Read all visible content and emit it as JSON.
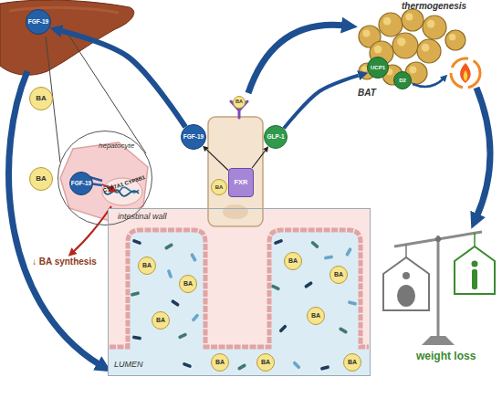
{
  "diagram": {
    "nodes": [
      {
        "text": [
          "FGF-19"
        ]
      },
      {
        "text": [
          "BA"
        ]
      },
      {
        "text": [
          "hepatocyte"
        ]
      },
      {
        "text": [
          "FGF-19"
        ],
        "in": 2
      },
      {
        "text": [
          "BA"
        ]
      },
      {
        "text": [
          "FGF-19"
        ]
      },
      {
        "text": [
          "BA"
        ]
      },
      {
        "text": [
          "GLP-1"
        ]
      },
      {
        "text": [
          "BA"
        ]
      },
      {
        "text": [
          "FXR"
        ]
      },
      {
        "text": [
          "UCP1"
        ]
      },
      {
        "text": [
          "D2"
        ]
      },
      {
        "text": [
          "intestinal wall",
          "LUMEN"
        ]
      },
      {
        "text": [
          "BA"
        ],
        "in": 12
      },
      {
        "text": [
          "BA"
        ],
        "in": 12
      },
      {
        "text": [
          "BA"
        ],
        "in": 12
      },
      {
        "text": [
          "BA"
        ],
        "in": 12
      },
      {
        "text": [
          "BA"
        ],
        "in": 12
      },
      {
        "text": [
          "BA"
        ],
        "in": 12
      },
      {
        "text": [
          "BA"
        ],
        "in": 12
      },
      {
        "text": [
          "BA"
        ],
        "in": 12
      },
      {
        "text": [
          "BA"
        ],
        "in": 12
      }
    ],
    "edges": [
      {
        "from": 5,
        "to": 0,
        "arrow": "to"
      },
      {
        "from": 9,
        "to": 5,
        "arrow": "to"
      },
      {
        "from": 9,
        "to": 7,
        "arrow": "to"
      },
      {
        "from": 7,
        "to": 10,
        "arrow": "to"
      }
    ],
    "labels": [
      "CYP7A1 CYP8B1",
      "↓ BA synthesis",
      "thermogenesis",
      "BAT",
      "weight loss"
    ]
  }
}
